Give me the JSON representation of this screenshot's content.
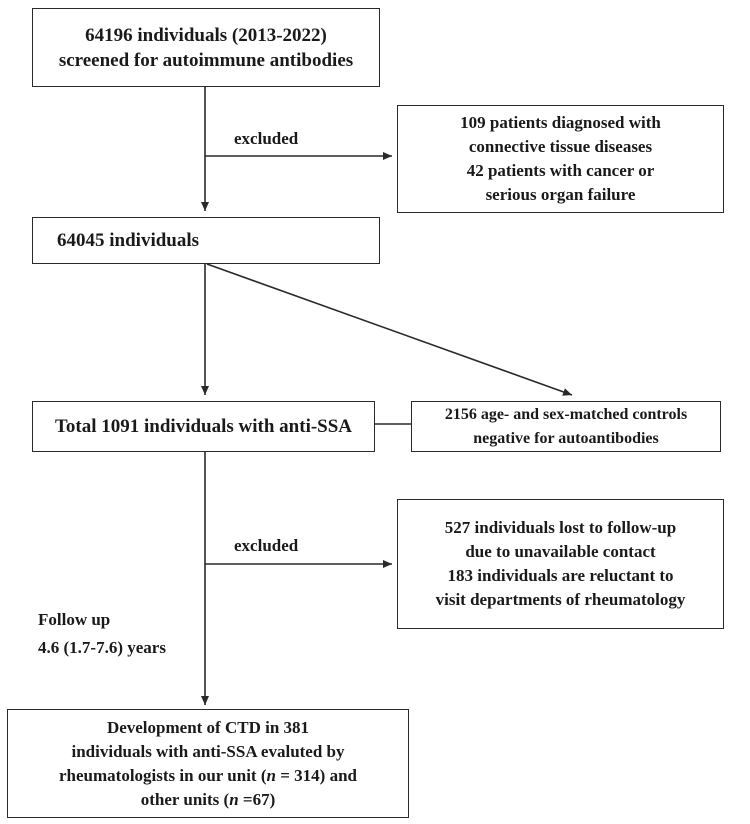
{
  "boxes": {
    "screened": {
      "lines": [
        "64196 individuals (2013-2022)",
        "screened for autoimmune antibodies"
      ]
    },
    "excluded1": {
      "lines": [
        "109 patients diagnosed with",
        "connective tissue diseases",
        "42 patients with cancer or",
        "serious organ failure"
      ]
    },
    "individuals": {
      "lines": [
        "64045 individuals"
      ]
    },
    "anti_ssa": {
      "lines": [
        "Total 1091 individuals with anti-SSA"
      ]
    },
    "controls": {
      "lines": [
        "2156 age- and sex-matched controls",
        "negative for autoantibodies"
      ]
    },
    "excluded2": {
      "lines": [
        "527 individuals lost to follow-up",
        "due to unavailable contact",
        "183 individuals are reluctant to",
        "visit departments of  rheumatology"
      ]
    },
    "outcome": {
      "line1": "Development of CTD in 381",
      "line2": "individuals with anti-SSA evaluted by",
      "line3_pre": "rheumatologists in our unit (",
      "n_symbol": "n",
      "line3_eq": " = 314) and",
      "line4_pre": "other units (",
      "line4_eq": " =67)"
    }
  },
  "labels": {
    "excluded_top": "excluded",
    "excluded_bottom": "excluded",
    "followup_line1": "Follow up",
    "followup_line2": "4.6 (1.7-7.6) years"
  },
  "colors": {
    "stroke": "#2a2a2a",
    "text": "#1a1a1a",
    "background": "#ffffff"
  }
}
